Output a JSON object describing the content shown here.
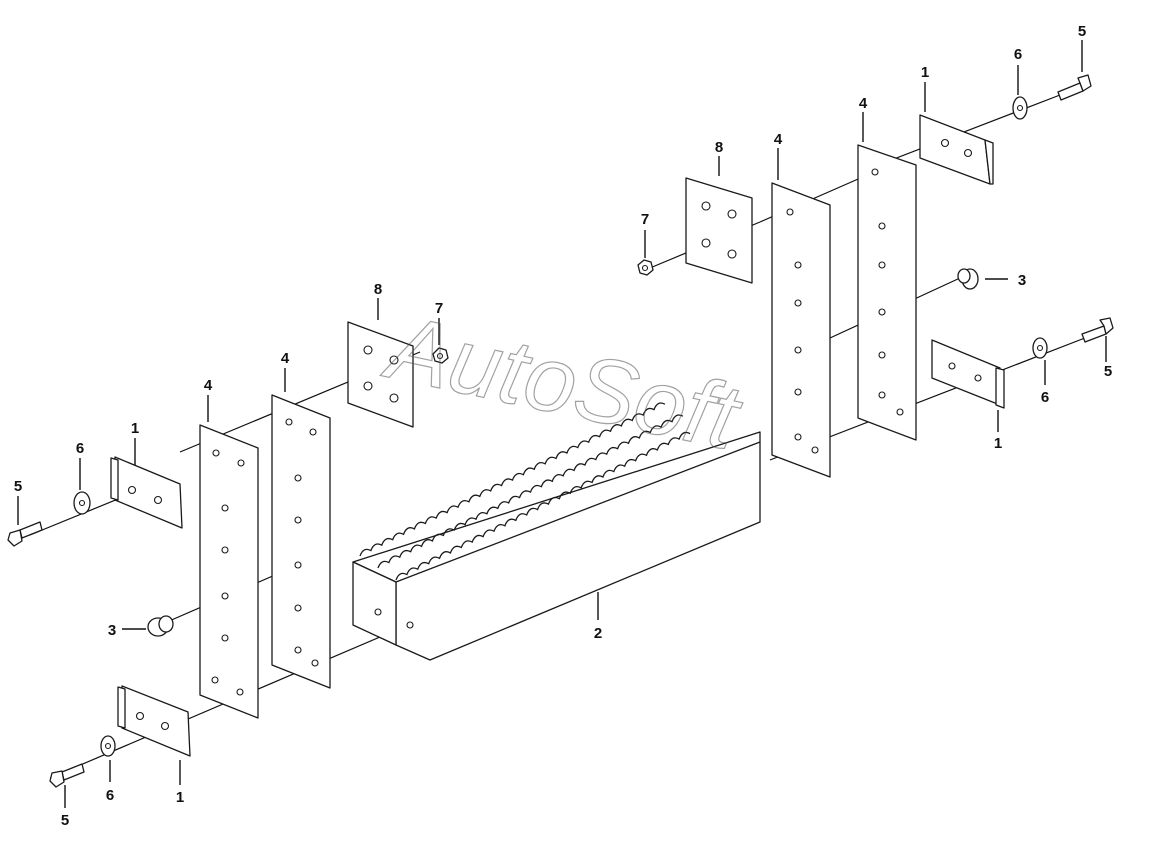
{
  "watermark": "AutoSoft",
  "callouts": [
    {
      "id": "r-1-top",
      "label": "1"
    },
    {
      "id": "r-6-top",
      "label": "6"
    },
    {
      "id": "r-5-top",
      "label": "5"
    },
    {
      "id": "r-4-back",
      "label": "4"
    },
    {
      "id": "r-4-front",
      "label": "4"
    },
    {
      "id": "r-8",
      "label": "8"
    },
    {
      "id": "r-7",
      "label": "7"
    },
    {
      "id": "r-3",
      "label": "3"
    },
    {
      "id": "r-5-bot",
      "label": "5"
    },
    {
      "id": "r-6-bot",
      "label": "6"
    },
    {
      "id": "r-1-bot",
      "label": "1"
    },
    {
      "id": "l-8",
      "label": "8"
    },
    {
      "id": "l-7",
      "label": "7"
    },
    {
      "id": "l-4-front",
      "label": "4"
    },
    {
      "id": "l-4-back",
      "label": "4"
    },
    {
      "id": "l-1-top",
      "label": "1"
    },
    {
      "id": "l-6-top",
      "label": "6"
    },
    {
      "id": "l-5-top",
      "label": "5"
    },
    {
      "id": "l-3",
      "label": "3"
    },
    {
      "id": "step-2",
      "label": "2"
    },
    {
      "id": "l-1-bot",
      "label": "1"
    },
    {
      "id": "l-6-bot",
      "label": "6"
    },
    {
      "id": "l-5-bot",
      "label": "5"
    }
  ]
}
